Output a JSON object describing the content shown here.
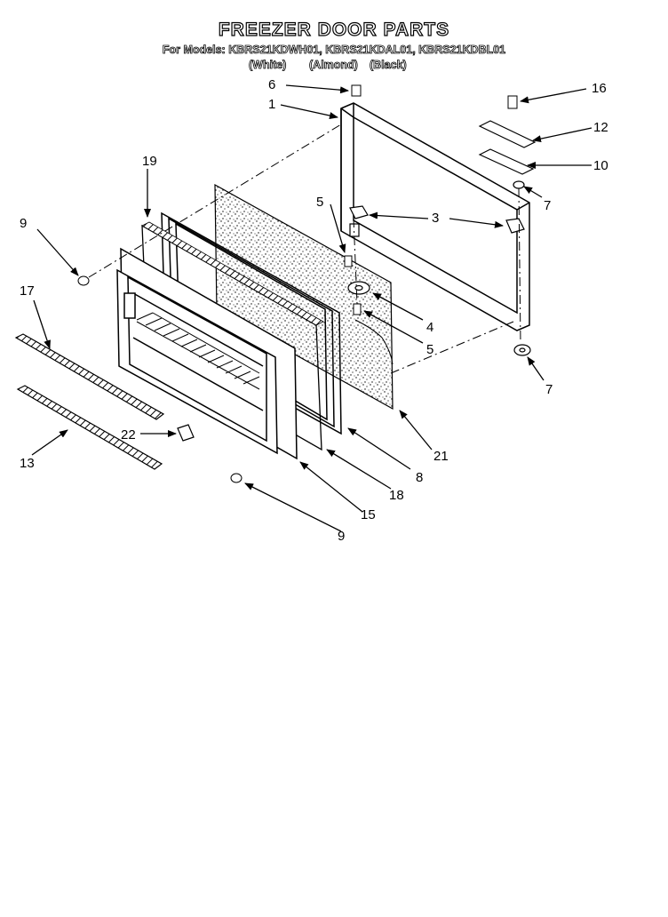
{
  "header": {
    "title": "FREEZER DOOR PARTS",
    "models_line": "For Models: KBRS21KDWH01, KBRS21KDAL01, KBRS21KDBL01",
    "finishes": [
      "(White)",
      "(Almond)",
      "(Black)"
    ]
  },
  "callouts": {
    "c1": "1",
    "c3": "3",
    "c4": "4",
    "c5a": "5",
    "c5b": "5",
    "c6": "6",
    "c7a": "7",
    "c7b": "7",
    "c8": "8",
    "c9a": "9",
    "c9b": "9",
    "c10": "10",
    "c12": "12",
    "c13": "13",
    "c15": "15",
    "c16": "16",
    "c17": "17",
    "c18": "18",
    "c19": "19",
    "c21": "21",
    "c22": "22"
  }
}
